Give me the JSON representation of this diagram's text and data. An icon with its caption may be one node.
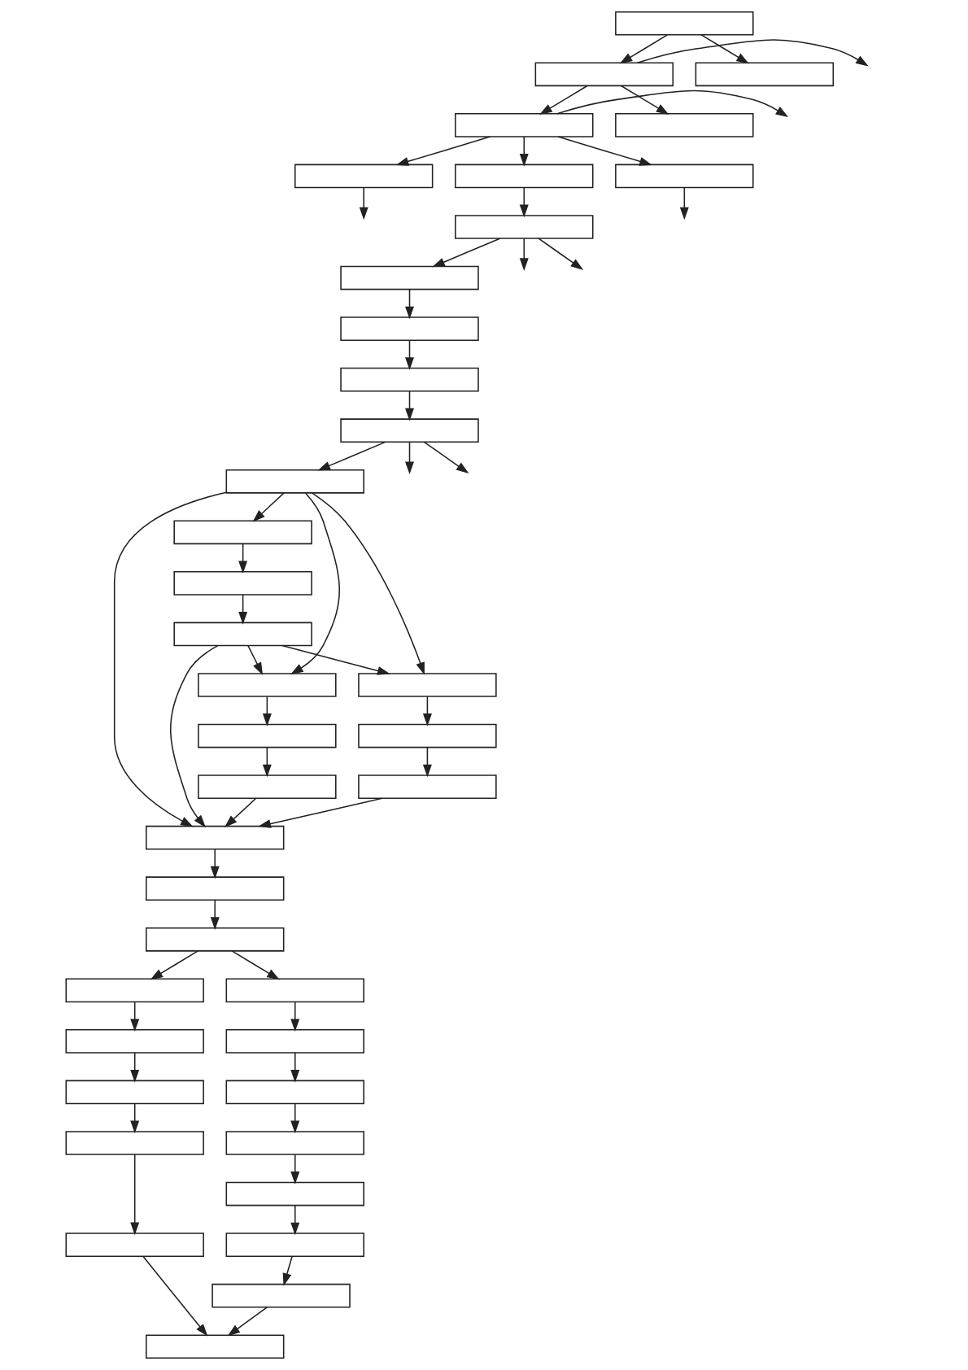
{
  "diagram": {
    "nodes": [
      {
        "text": [],
        "shape": "box"
      },
      {
        "text": [],
        "shape": "box"
      },
      {
        "text": [],
        "shape": "box"
      },
      {
        "text": [],
        "shape": "box"
      },
      {
        "text": [],
        "shape": "box"
      },
      {
        "text": [],
        "shape": "box"
      },
      {
        "text": [],
        "shape": "box"
      },
      {
        "text": [],
        "shape": "box"
      },
      {
        "text": [],
        "shape": "box"
      },
      {
        "text": [],
        "shape": "box"
      },
      {
        "text": [],
        "shape": "box"
      },
      {
        "text": [],
        "shape": "box"
      },
      {
        "text": [],
        "shape": "box"
      },
      {
        "text": [],
        "shape": "box"
      },
      {
        "text": [],
        "shape": "box"
      },
      {
        "text": [],
        "shape": "box"
      },
      {
        "text": [],
        "shape": "box"
      },
      {
        "text": [],
        "shape": "box"
      },
      {
        "text": [],
        "shape": "box"
      },
      {
        "text": [],
        "shape": "box"
      },
      {
        "text": [],
        "shape": "box"
      },
      {
        "text": [],
        "shape": "box"
      },
      {
        "text": [],
        "shape": "box"
      },
      {
        "text": [],
        "shape": "box"
      },
      {
        "text": [],
        "shape": "box"
      },
      {
        "text": [],
        "shape": "box"
      },
      {
        "text": [],
        "shape": "box"
      },
      {
        "text": [],
        "shape": "box"
      },
      {
        "text": [],
        "shape": "box"
      },
      {
        "text": [],
        "shape": "box"
      },
      {
        "text": [],
        "shape": "box"
      },
      {
        "text": [],
        "shape": "box"
      },
      {
        "text": [],
        "shape": "box"
      },
      {
        "text": [],
        "shape": "box"
      },
      {
        "text": [],
        "shape": "box"
      },
      {
        "text": [],
        "shape": "box"
      },
      {
        "text": [],
        "shape": "box"
      },
      {
        "text": [],
        "shape": "box"
      },
      {
        "text": [],
        "shape": "box"
      }
    ],
    "edges": [
      {
        "from": 0,
        "to": 1,
        "arrow": "to"
      },
      {
        "from": 0,
        "to": 2,
        "arrow": "to"
      },
      {
        "from": 2,
        "to": 3,
        "arrow": "to"
      },
      {
        "from": 2,
        "to": 4,
        "arrow": "to"
      },
      {
        "from": 2,
        "to": null,
        "arrow": "to"
      },
      {
        "from": 3,
        "to": 5,
        "arrow": "to"
      },
      {
        "from": 3,
        "to": 6,
        "arrow": "to"
      },
      {
        "from": 3,
        "to": 7,
        "arrow": "to"
      },
      {
        "from": 3,
        "to": null,
        "arrow": "to"
      },
      {
        "from": 5,
        "to": null,
        "arrow": "to"
      },
      {
        "from": 6,
        "to": 8,
        "arrow": "to"
      },
      {
        "from": 7,
        "to": null,
        "arrow": "to"
      },
      {
        "from": 8,
        "to": null,
        "arrow": "to"
      },
      {
        "from": 8,
        "to": 9,
        "arrow": "to"
      },
      {
        "from": 8,
        "to": null,
        "arrow": "to"
      },
      {
        "from": 9,
        "to": 10,
        "arrow": "to"
      },
      {
        "from": 10,
        "to": 11,
        "arrow": "to"
      },
      {
        "from": 11,
        "to": 12,
        "arrow": "to"
      },
      {
        "from": 12,
        "to": null,
        "arrow": "to"
      },
      {
        "from": 12,
        "to": null,
        "arrow": "to"
      },
      {
        "from": 12,
        "to": 13,
        "arrow": "to"
      },
      {
        "from": 13,
        "to": 14,
        "arrow": "to"
      },
      {
        "from": 13,
        "to": 17,
        "arrow": "to"
      },
      {
        "from": 13,
        "to": 18,
        "arrow": "to"
      },
      {
        "from": 13,
        "to": 23,
        "arrow": "to"
      },
      {
        "from": 14,
        "to": 15,
        "arrow": "to"
      },
      {
        "from": 15,
        "to": 16,
        "arrow": "to"
      },
      {
        "from": 16,
        "to": 17,
        "arrow": "to"
      },
      {
        "from": 16,
        "to": 18,
        "arrow": "to"
      },
      {
        "from": 16,
        "to": 23,
        "arrow": "to"
      },
      {
        "from": 17,
        "to": 19,
        "arrow": "to"
      },
      {
        "from": 18,
        "to": 20,
        "arrow": "to"
      },
      {
        "from": 19,
        "to": 21,
        "arrow": "to"
      },
      {
        "from": 20,
        "to": 22,
        "arrow": "to"
      },
      {
        "from": 21,
        "to": 23,
        "arrow": "to"
      },
      {
        "from": 22,
        "to": 23,
        "arrow": "to"
      },
      {
        "from": 23,
        "to": 24,
        "arrow": "to"
      },
      {
        "from": 24,
        "to": 25,
        "arrow": "to"
      },
      {
        "from": 25,
        "to": 26,
        "arrow": "to"
      },
      {
        "from": 25,
        "to": 27,
        "arrow": "to"
      },
      {
        "from": 26,
        "to": 28,
        "arrow": "to"
      },
      {
        "from": 27,
        "to": 29,
        "arrow": "to"
      },
      {
        "from": 28,
        "to": 30,
        "arrow": "to"
      },
      {
        "from": 29,
        "to": 31,
        "arrow": "to"
      },
      {
        "from": 30,
        "to": 32,
        "arrow": "to"
      },
      {
        "from": 31,
        "to": 33,
        "arrow": "to"
      },
      {
        "from": 32,
        "to": 34,
        "arrow": "to"
      },
      {
        "from": 33,
        "to": 35,
        "arrow": "to"
      },
      {
        "from": 35,
        "to": 36,
        "arrow": "to"
      },
      {
        "from": 36,
        "to": 37,
        "arrow": "to"
      },
      {
        "from": 34,
        "to": 38,
        "arrow": "to"
      },
      {
        "from": 37,
        "to": 38,
        "arrow": "to"
      }
    ]
  }
}
